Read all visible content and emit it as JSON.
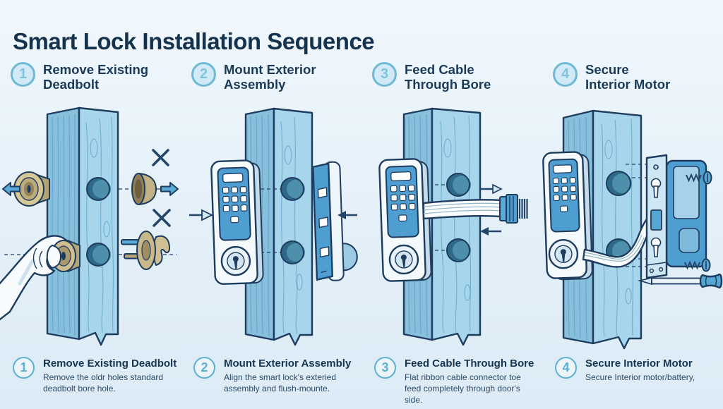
{
  "title": "Smart Lock Installation Sequence",
  "colors": {
    "background_top": "#f1f8fd",
    "background_bottom": "#dcebf6",
    "heading_navy": "#16334e",
    "outline_navy": "#1e3c5e",
    "door_front": "#a7d5ec",
    "door_side": "#87bfdc",
    "bore_hole": "#4e8fab",
    "brass": "#d7c795",
    "keypad_blue": "#4f9ed2",
    "accent_blue": "#5aa9d6",
    "badge_border": "#6fb8d6"
  },
  "steps": [
    {
      "number": "1",
      "header_line1": "Remove Existing",
      "header_line2": "Deadbolt",
      "caption_title": "Remove Existing Deadbolt",
      "caption_text": "Remove the oldr holes standard deadbolt bore hole."
    },
    {
      "number": "2",
      "header_line1": "Mount Exterior",
      "header_line2": "Assembly",
      "caption_title": "Mount Exterior Assembly",
      "caption_text": "Align the smart lock's exteried assembly and flush-mounte."
    },
    {
      "number": "3",
      "header_line1": "Feed Cable",
      "header_line2": "Through Bore",
      "caption_title": "Feed Cable Through Bore",
      "caption_text": "Flat ribbon cable connector toe feed completely through door's side."
    },
    {
      "number": "4",
      "header_line1": "Secure",
      "header_line2": "Interior Motor",
      "caption_title": "Secure Interior Motor",
      "caption_text": "Secure Interior motor/battery,"
    }
  ]
}
